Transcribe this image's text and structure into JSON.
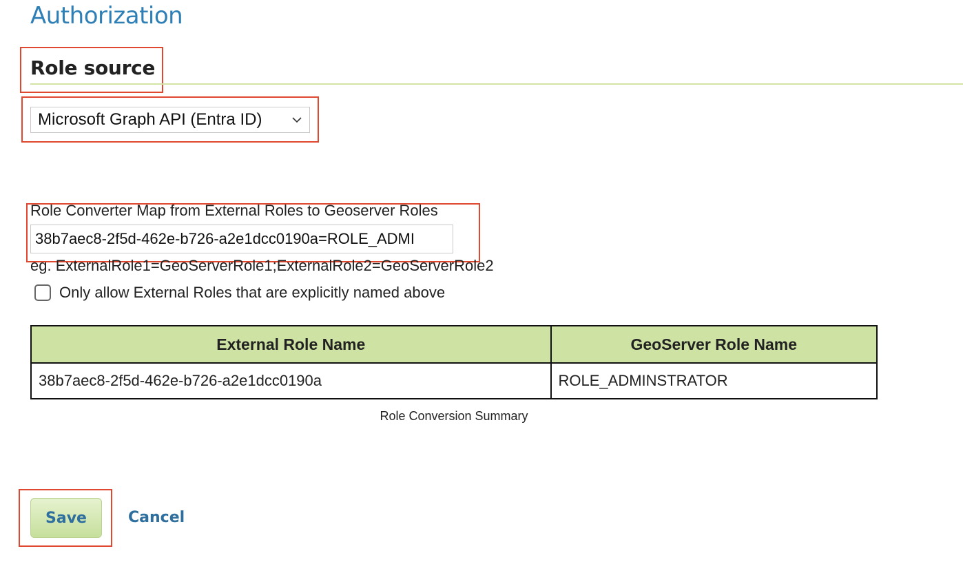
{
  "page": {
    "title": "Authorization"
  },
  "role_source": {
    "heading": "Role source",
    "selected": "Microsoft Graph API (Entra ID)"
  },
  "role_converter": {
    "label": "Role Converter Map from External Roles to Geoserver Roles",
    "value": "38b7aec8-2f5d-462e-b726-a2e1dcc0190a=ROLE_ADMI",
    "hint": "eg. ExternalRole1=GeoServerRole1;ExternalRole2=GeoServerRole2",
    "only_allow_label": "Only allow External Roles that are explicitly named above",
    "only_allow_checked": false
  },
  "table": {
    "headers": [
      "External Role Name",
      "GeoServer Role Name"
    ],
    "rows": [
      [
        "38b7aec8-2f5d-462e-b726-a2e1dcc0190a",
        "ROLE_ADMINSTRATOR"
      ]
    ],
    "caption": "Role Conversion Summary"
  },
  "actions": {
    "save_label": "Save",
    "cancel_label": "Cancel"
  },
  "colors": {
    "title": "#2e7fb5",
    "highlight": "#e0472f",
    "table_header_bg": "#cde2a3",
    "action_text": "#2e6f9e"
  }
}
